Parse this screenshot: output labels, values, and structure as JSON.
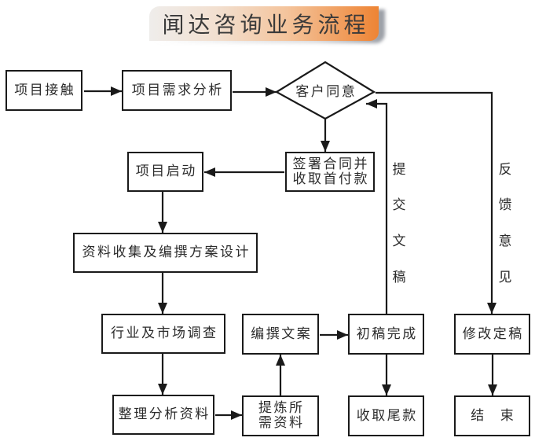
{
  "title": "闻达咨询业务流程",
  "colors": {
    "line": "#1a1a1a",
    "text": "#2b2b2b",
    "banner_left": "#efedeb",
    "banner_mid": "#f4c49c",
    "banner_right": "#ee8434"
  },
  "nodes": {
    "project_contact": "项目接触",
    "requirement_analysis": "项目需求分析",
    "client_agree": "客户同意",
    "sign_contract": [
      "签署合同并",
      "收取首付款"
    ],
    "project_start": "项目启动",
    "data_collection": "资料收集及编撰方案设计",
    "market_research": "行业及市场调查",
    "organize_analysis": "整理分析资料",
    "extract_data": [
      "提炼所",
      "需资料"
    ],
    "write_copy": "编撰文案",
    "draft_complete": "初稿完成",
    "revise_final": "修改定稿",
    "collect_final_payment": "收取尾款",
    "end": "结 束"
  },
  "edge_labels": {
    "submit_draft": [
      "提",
      "交",
      "文",
      "稿"
    ],
    "feedback": [
      "反",
      "馈",
      "意",
      "见"
    ]
  }
}
